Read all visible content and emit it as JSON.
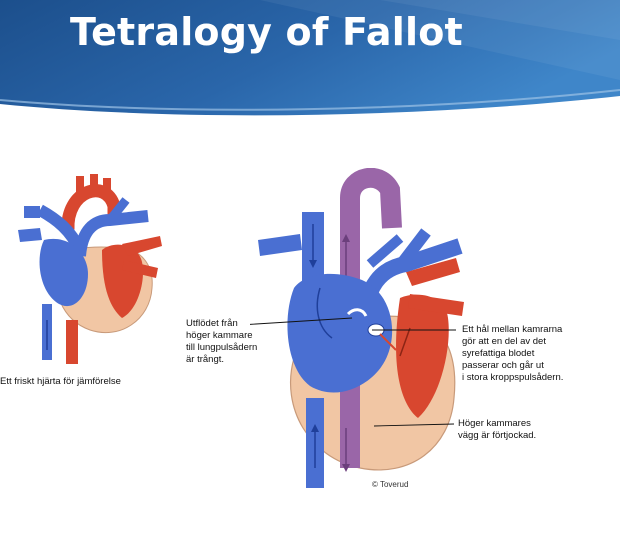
{
  "title": "Tetralogy of Fallot",
  "colors": {
    "banner_dark": "#1c4f8c",
    "banner_light": "#3f86c9",
    "deoxygenated": "#4a6fd2",
    "oxygenated": "#d8472f",
    "pulmonary": "#9a66a8",
    "muscle": "#f1c6a4"
  },
  "figure_left": {
    "caption": "Ett friskt hjärta för jämförelse"
  },
  "figure_right": {
    "labels": {
      "outflow": "Utflödet från\nhöger kammare\ntill lungpulsådern\när trångt.",
      "septal_defect": "Ett hål mellan kamrarna\ngör att en del av det\nsyrefattiga blodet\npasserar och går ut\ni stora kroppspulsådern.",
      "ventricle_wall": "Höger kammares\nvägg är förtjockad."
    },
    "credit": "© Toverud"
  }
}
